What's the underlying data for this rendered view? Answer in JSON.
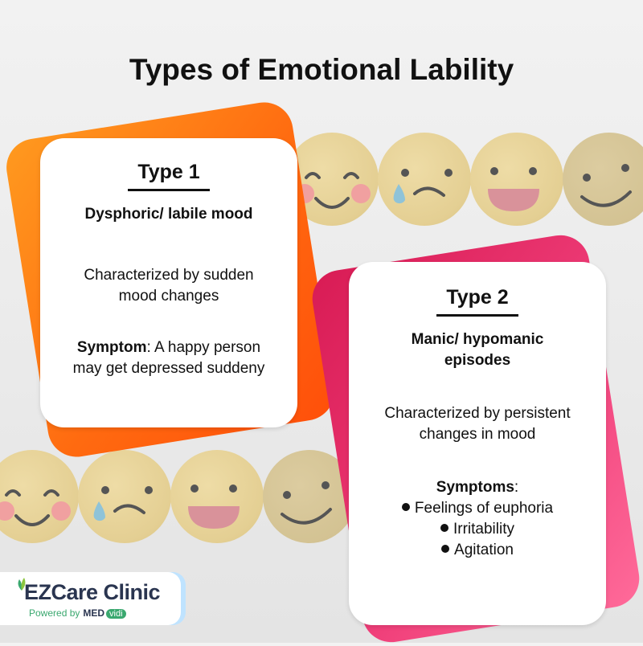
{
  "title": "Types of Emotional Lability",
  "type1": {
    "heading": "Type 1",
    "subtitle": "Dysphoric/ labile mood",
    "desc_line1": "Characterized by sudden",
    "desc_line2": "mood changes",
    "symptom_label": "Symptom",
    "symptom_line1_rest": ": A happy person",
    "symptom_line2": "may get depressed suddeny"
  },
  "type2": {
    "heading": "Type 2",
    "subtitle_line1": "Manic/ hypomanic",
    "subtitle_line2": "episodes",
    "desc_line1": "Characterized by persistent",
    "desc_line2": "changes in mood",
    "symptoms_label": "Symptoms",
    "symptoms_colon": ":",
    "bullets": [
      "Feelings of euphoria",
      "Irritability",
      "Agitation"
    ]
  },
  "logo": {
    "name": "EZCare Clinic",
    "powered_by": "Powered by",
    "med": "MED",
    "vidi": "vidi"
  },
  "colors": {
    "orange": "#ff6a10",
    "pink": "#ef3d78",
    "face": "#e4cf93",
    "blush": "#f0a0a0",
    "tear": "#8fc3d8"
  },
  "icons": [
    "happy-face-icon",
    "sad-face-icon",
    "laughing-face-icon",
    "smiling-face-icon"
  ]
}
